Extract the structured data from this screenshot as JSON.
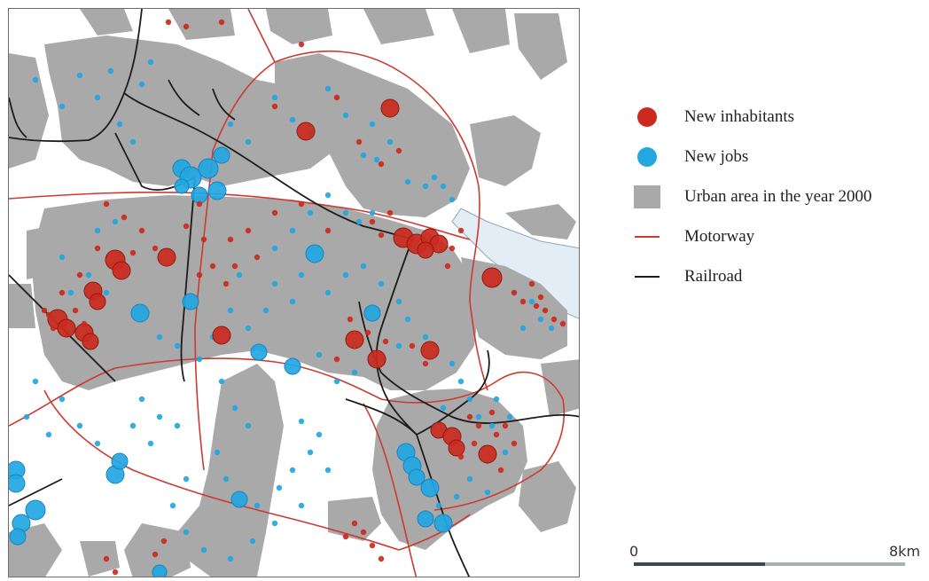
{
  "legend": {
    "items": [
      {
        "label": "New inhabitants",
        "symbol": "dot",
        "color": "#cc2a1e"
      },
      {
        "label": "New jobs",
        "symbol": "dot",
        "color": "#22a7e3"
      },
      {
        "label": "Urban area in the year 2000",
        "symbol": "square",
        "color": "#a9a9a9"
      },
      {
        "label": "Motorway",
        "symbol": "line",
        "color": "#cc3a30"
      },
      {
        "label": "Railroad",
        "symbol": "line",
        "color": "#1c1c1c"
      }
    ]
  },
  "scale_bar": {
    "min_label": "0",
    "max_label": "8km"
  },
  "colors": {
    "urban": "#a9a9a9",
    "water": "#e3edf6",
    "motorway": "#cc3a30",
    "railroad": "#1c1c1c",
    "inhabitants": "#cc2a1e",
    "jobs": "#22a7e3"
  }
}
